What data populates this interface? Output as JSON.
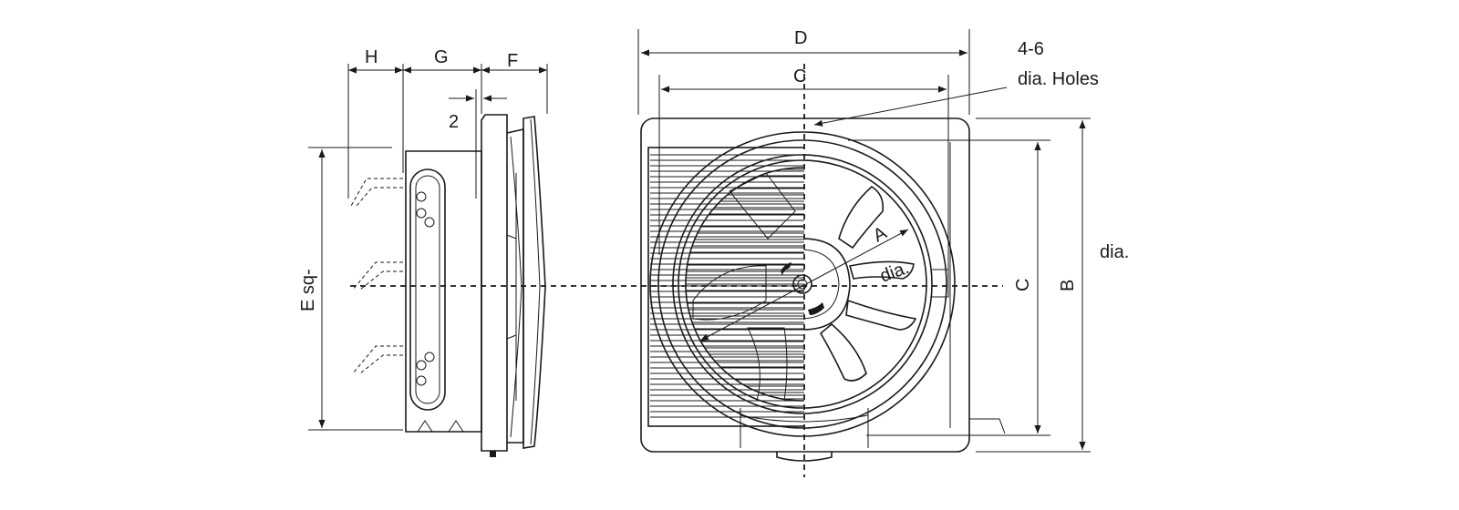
{
  "labels": {
    "dim_h": "H",
    "dim_g": "G",
    "dim_f": "F",
    "dim_gap": "2",
    "dim_e": "E sq-",
    "dim_d": "D",
    "dim_c_top": "C",
    "dim_c_right": "C",
    "dim_b": "B",
    "dim_a": "A",
    "dia_a": "dia.",
    "dia_b": "dia.",
    "holes_count": "4-6",
    "holes_label": "dia. Holes"
  },
  "colors": {
    "line": "#1a1a1a",
    "background": "#ffffff"
  }
}
